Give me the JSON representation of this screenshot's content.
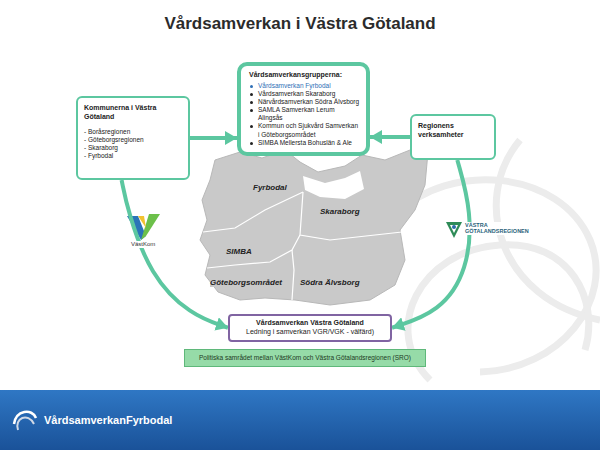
{
  "diagram": {
    "title": "Vårdsamverkan i Västra Götaland",
    "nodes": [
      {
        "text": [
          "Vårdsamverkansgrupperna:",
          "Vårdsamverkan Fyrbodal",
          "Vårdsamverkan Skaraborg",
          "Närvårdsamverkan Södra Älvsborg",
          "SAMLA Samverkan Lerum Alingsås",
          "Kommun och Sjukvård Samverkan i Göteborgsområdet",
          "SIMBA Mellersta Bohuslän & Ale"
        ]
      },
      {
        "text": [
          "Kommunerna i Västra Götaland",
          "- Boråsregionen",
          "- Göteborgsregionen",
          "- Skaraborg",
          "- Fyrbodal"
        ]
      },
      {
        "text": [
          "Regionens verksamheter"
        ]
      },
      {
        "text": [
          "Vårdsamverkan Västra Götaland",
          "Ledning i samverkan VGR/VGK - välfärd)"
        ]
      },
      {
        "text": [
          "Politiska samrådet mellan VästKom och Västra Götalandsregionen (SRO)"
        ]
      },
      {
        "text": [
          "VårdsamverkanFyrbodal"
        ]
      }
    ],
    "edges": [
      {
        "from": 1,
        "to": 0,
        "arrow": "to"
      },
      {
        "from": 2,
        "to": 0,
        "arrow": "to"
      },
      {
        "from": 1,
        "to": 3,
        "arrow": "to"
      },
      {
        "from": 2,
        "to": 3,
        "arrow": "to"
      }
    ],
    "labels": [
      "Fyrbodal",
      "Skaraborg",
      "SIMBA",
      "Göteborgsområdet",
      "Södra Älvsborg",
      "VästKom",
      "VÄSTRA GÖTALANDSREGIONEN"
    ]
  }
}
